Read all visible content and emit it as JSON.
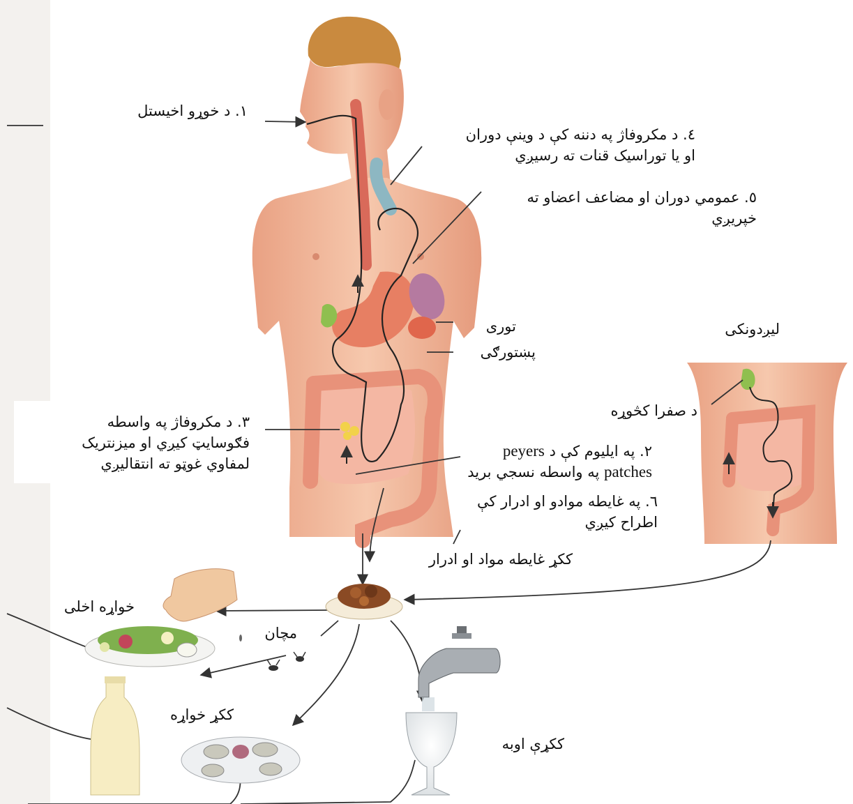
{
  "labels": {
    "step1": "١. د خوړو اخيستل",
    "step4_line1": "٤. د مکروفاژ په دننه کې د وينې دوران",
    "step4_line2": "او يا توراسيک قنات ته رسيږي",
    "step5_line1": "٥. عمومي دوران او مضاعف اعضاو ته",
    "step5_line2": "خپريږي",
    "spleen": "توری",
    "pancreas": "پښتورګی",
    "kidney": "لیږدونکی",
    "gallbladder": "د صفرا کڅوړه",
    "step3_line1": "٣. د مکروفاژ په واسطه",
    "step3_line2": "فګوسایټ کيږي او میزنتریک",
    "step3_line3": "لمفاوي غوټو ته انتقاليږي",
    "step2_line1_a": "٢. په ايليوم کې د",
    "step2_line1_b": "peyers",
    "step2_line2_a": "patches",
    "step2_line2_b": "په واسطه نسجي برید",
    "step6_line1": "٦. په غايطه موادو او ادرار کې",
    "step6_line2": "اطراح کيږي",
    "contaminated_excreta": "ککړ غایطه مواد او ادرار",
    "eating_food": "خواړه اخلی",
    "flies": "مچان",
    "contaminated_food": "ککړ خواړه",
    "contaminated_water": "ککړې اوبه"
  },
  "colors": {
    "skin": "#f2b99a",
    "skin_shadow": "#e59a7c",
    "intestine": "#e8927a",
    "intestine_light": "#f4b7a3",
    "stomach": "#e77f63",
    "spleen": "#b57aa0",
    "gallbladder": "#8fbf4f",
    "hair": "#c98a3f",
    "arrow": "#333333"
  }
}
